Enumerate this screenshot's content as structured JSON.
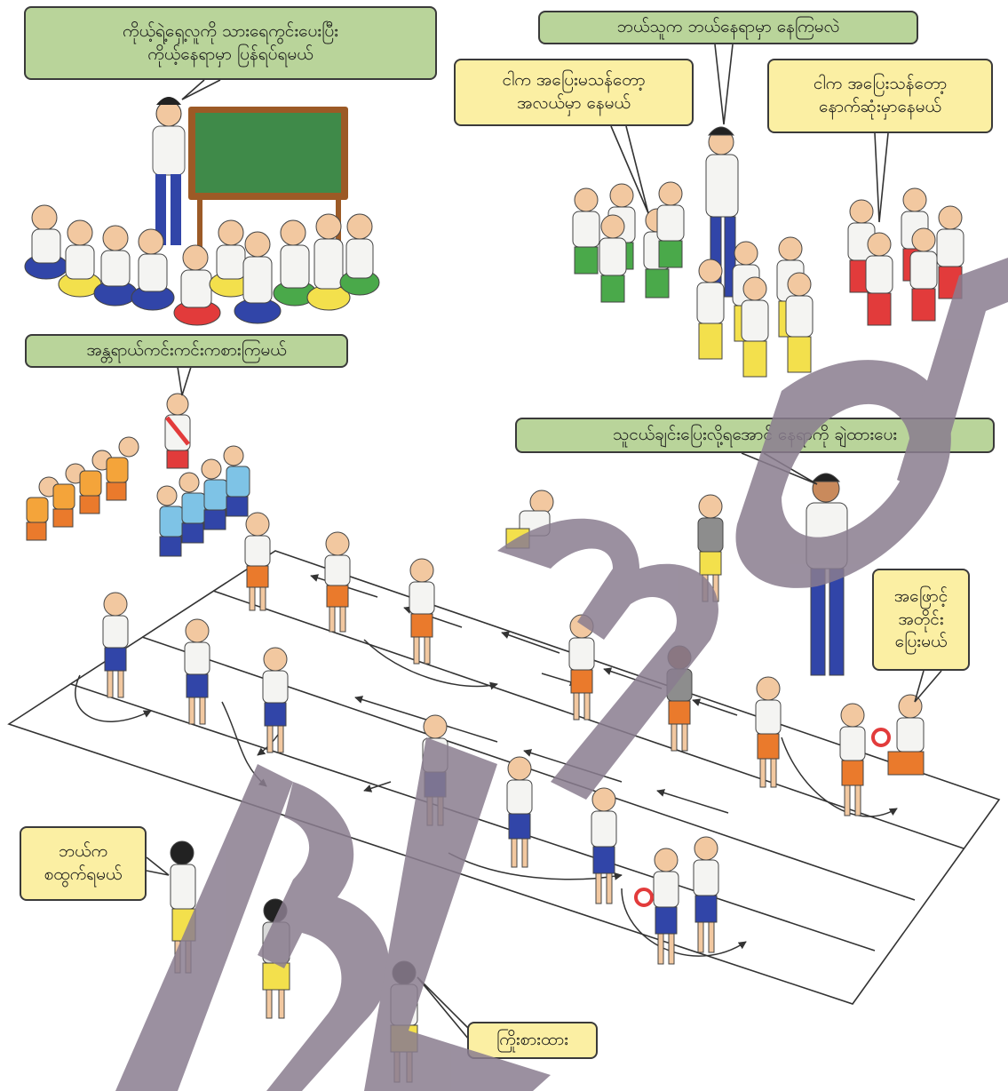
{
  "bubbles": {
    "teacher_intro": "ကိုယ့်ရဲ့ရှေ့လူကို သားရေကွင်းပေးပြီး\nကိုယ့်နေရာမှာ ပြန်ရပ်ရမယ်",
    "where_stand": "ဘယ်သူက ဘယ်နေရာမှာ နေကြမလဲ",
    "not_finished": "ငါက အပြေးမသန်တော့\nအလယ်မှာ နေမယ်",
    "finished": "ငါက အပြေးသန်တော့\nနောက်ဆုံးမှာနေမယ်",
    "play_fair": "အန္တရာယ်ကင်းကင်းကစားကြမယ်",
    "clear_space": "သူငယ်ချင်းပြေးလို့ရအောင် နေရာကို ချဲထားပေး",
    "run_line": "အဖြောင့်\nအတိုင်း\nပြေးမယ်",
    "who_starts": "ဘယ်က\nစထွက်ရမယ်",
    "try_hard": "ကြိုးစားထား"
  },
  "colors": {
    "bubble_green": "#b9d49a",
    "bubble_yellow": "#fbefa3",
    "shirt_white": "#f4f4f2",
    "shorts_blue": "#3145a8",
    "shorts_orange": "#ea7a2c",
    "shorts_yellow": "#f3e04c",
    "shorts_green": "#4aa94a",
    "shorts_red": "#e23b3b",
    "shirt_blue": "#7ec3e6",
    "board_green": "#3f8a49",
    "board_frame": "#9c5a26",
    "watermark": "#8a7d8f"
  }
}
